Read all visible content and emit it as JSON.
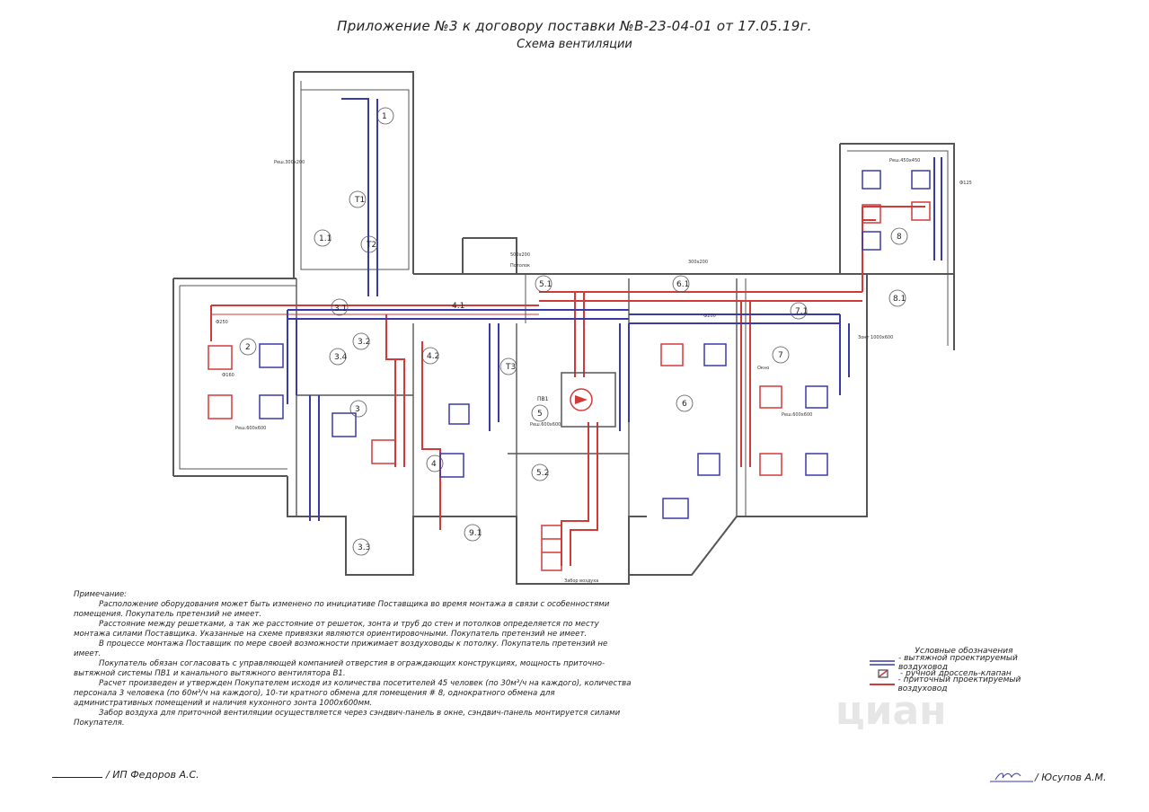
{
  "header": {
    "title": "Приложение №3 к договору поставки №В-23-04-01 от 17.05.19г.",
    "subtitle": "Схема вентиляции"
  },
  "rooms": [
    "1",
    "1.1",
    "2",
    "3",
    "3.1",
    "3.2",
    "3.3",
    "3.4",
    "4",
    "4.1",
    "4.2",
    "5",
    "5.1",
    "5.2",
    "6",
    "6.1",
    "7",
    "7.1",
    "8",
    "8.1",
    "9.1",
    "Т1",
    "Т2",
    "Т3",
    "ПВ1"
  ],
  "labels": {
    "grille_600": "Реш.600х600",
    "grille_300": "Реш.300х200",
    "grille_450": "Реш.450х450",
    "zont": "Зонт 1000х600",
    "d250": "Ф250",
    "d200": "Ф200",
    "d160": "Ф160",
    "d125": "Ф125",
    "duct_500": "500х200",
    "duct_300": "300х200",
    "ceiling": "Потолок",
    "window": "Окно",
    "zabor": "Забор воздуха"
  },
  "notes": {
    "heading": "Примечание:",
    "paragraphs": [
      "Расположение оборудования может быть изменено по инициативе Поставщика во время монтажа в связи с особенностями помещения. Покупатель претензий не имеет.",
      "Расстояние между решетками, а так же расстояние от решеток, зонта и труб до стен и потолков определяется по месту монтажа силами Поставщика. Указанные на схеме привязки являются ориентировочными. Покупатель претензий не имеет.",
      "В процессе монтажа Поставщик по мере своей возможности прижимает воздуховоды к потолку. Покупатель претензий не имеет.",
      "Покупатель обязан согласовать с управляющей компанией отверстия в ограждающих конструкциях, мощность приточно-вытяжной системы ПВ1 и канального вытяжного вентилятора В1.",
      "Расчет произведен и утвержден Покупателем исходя из количества посетителей 45 человек (по 30м³/ч на каждого), количества персонала 3 человека (по 60м³/ч на каждого), 10-ти кратного обмена для помещения # 8, однократного обмена для административных помещений и наличия кухонного зонта 1000х600мм.",
      "Забор воздуха для приточной вентиляции осуществляется через сэндвич-панель в окне, сэндвич-панель монтируется силами Покупателя."
    ]
  },
  "legend": {
    "heading": "Условные обозначения",
    "items": [
      {
        "label": "- вытяжной проектируемый воздуховод",
        "color": "#3a3aa8"
      },
      {
        "label": "- ручной дроссель-клапан",
        "color": "#d23a3a"
      },
      {
        "label": "- приточный проектируемый воздуховод",
        "color": "#d23a3a"
      }
    ]
  },
  "signatures": {
    "left": "/ ИП Федоров А.С.",
    "right": "/ Юсупов А.М."
  },
  "colors": {
    "supply": "#d23a3a",
    "exhaust": "#3a3aa8",
    "wall": "#555555"
  }
}
